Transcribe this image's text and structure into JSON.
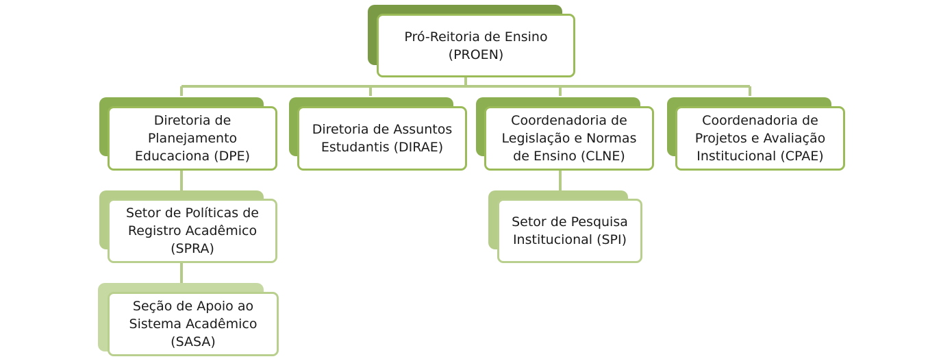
{
  "colors": {
    "connector": "#b3cb86",
    "accent_dark": "#7a9a45",
    "accent": "#9bbb59",
    "accent_light": "#c6d9a2"
  },
  "org": {
    "root": {
      "label": "Pró-Reitoria de Ensino\n(PROEN)"
    },
    "dpe": {
      "label": "Diretoria de\nPlanejamento\nEducaciona (DPE)"
    },
    "dirae": {
      "label": "Diretoria de Assuntos\nEstudantis (DIRAE)"
    },
    "clne": {
      "label": "Coordenadoria de\nLegislação e Normas\nde Ensino (CLNE)"
    },
    "cpae": {
      "label": "Coordenadoria de\nProjetos e Avaliação\nInstitucional (CPAE)"
    },
    "spra": {
      "label": "Setor de Políticas de\nRegistro  Acadêmico\n(SPRA)"
    },
    "sasa": {
      "label": "Seção de Apoio ao\nSistema Acadêmico\n(SASA)"
    },
    "spi": {
      "label": "Setor de Pesquisa\nInstitucional (SPI)"
    }
  }
}
